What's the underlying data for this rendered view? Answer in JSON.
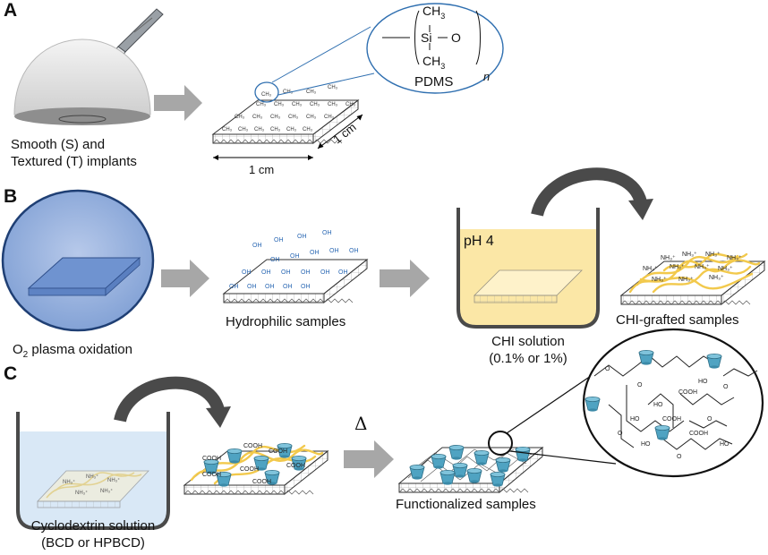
{
  "panels": {
    "a": "A",
    "b": "B",
    "c": "C"
  },
  "section_a": {
    "implant_caption_line1": "Smooth (S) and",
    "implant_caption_line2": "Textured (T) implants",
    "dim_x": "1 cm",
    "dim_y": "1 cm",
    "ch3": "CH",
    "ch3_sub": "3",
    "si": "Si",
    "o": "O",
    "repeat_n": "n",
    "polymer_name": "PDMS"
  },
  "section_b": {
    "oxidation_caption_prefix": "O",
    "oxidation_caption_sub": "2",
    "oxidation_caption_rest": " plasma oxidation",
    "hydrophilic_caption": "Hydrophilic samples",
    "oh": "OH",
    "ph_label": "pH 4",
    "chi_solution_line1": "CHI solution",
    "chi_solution_line2": "(0.1% or 1%)",
    "nh3": "NH",
    "nh3_sup": "+",
    "chi_grafted_caption": "CHI-grafted samples"
  },
  "section_c": {
    "cd_solution_line1": "Cyclodextrin solution",
    "cd_solution_line2": "(BCD or HPBCD)",
    "cooh": "COOH",
    "heat_symbol": "Δ",
    "functionalized_caption": "Functionalized samples",
    "ho": "HO",
    "o": "O"
  },
  "colors": {
    "arrow_gray": "#a7a7a7",
    "plasma_blue": "#7f9fd4",
    "chi_solution": "#fbe7a6",
    "cd_solution": "#d9e8f6",
    "chitosan_yellow": "#f2c94c",
    "cyclodextrin_teal": "#4fa3c2",
    "curved_arrow": "#4a4a4a"
  },
  "icons": [
    "scalpel-icon",
    "hemisphere-implant-icon",
    "pdms-slab-icon",
    "beaker-icon",
    "cyclodextrin-cone-icon",
    "curved-arrow-icon",
    "block-arrow-icon"
  ]
}
